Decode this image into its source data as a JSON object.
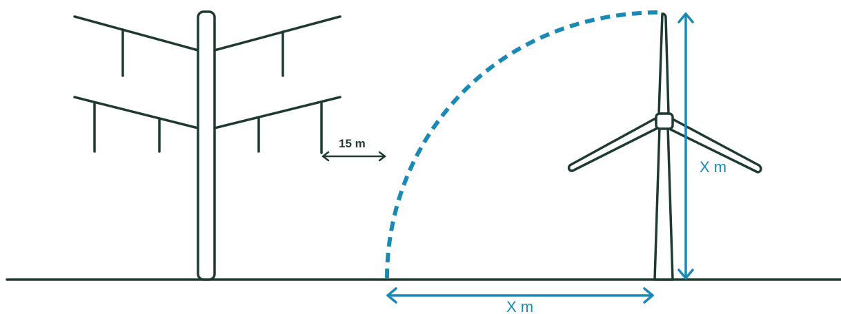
{
  "labels": {
    "pylon_clearance": "15 m",
    "turbine_height": "X m",
    "turbine_distance": "X m"
  },
  "colors": {
    "line_dark": "#1f3b2f",
    "line_blue": "#1a8ab5",
    "background": "#ffffff"
  }
}
